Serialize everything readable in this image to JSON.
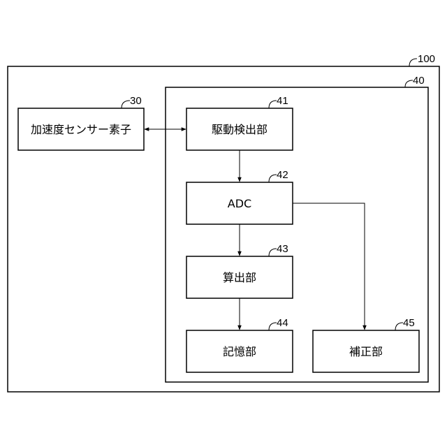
{
  "refs": {
    "device": "100",
    "circuit": "40",
    "sensor": "30",
    "drive_detect": "41",
    "adc": "42",
    "calc": "43",
    "memory": "44",
    "correction": "45"
  },
  "labels": {
    "sensor": "加速度センサー素子",
    "drive_detect": "駆動検出部",
    "adc": "ADC",
    "calc": "算出部",
    "memory": "記憶部",
    "correction": "補正部"
  }
}
